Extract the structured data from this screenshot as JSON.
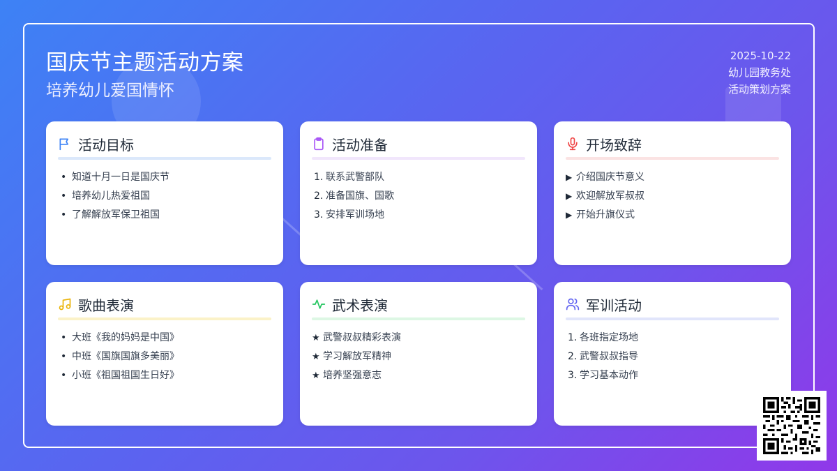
{
  "header": {
    "title": "国庆节主题活动方案",
    "subtitle": "培养幼儿爱国情怀",
    "date": "2025-10-22",
    "department": "幼儿园教务处",
    "doc_type": "活动策划方案"
  },
  "colors": {
    "bg_start": "#3d82f5",
    "bg_end": "#9038e9",
    "blue": "#3b82f6",
    "purple": "#a855f7",
    "red": "#ef4444",
    "yellow": "#eab308",
    "green": "#22c55e",
    "indigo": "#6366f1"
  },
  "cards": [
    {
      "title": "活动目标",
      "icon": "flag-icon",
      "marker": "bullet",
      "items": [
        "知道十月一日是国庆节",
        "培养幼儿热爱祖国",
        "了解解放军保卫祖国"
      ]
    },
    {
      "title": "活动准备",
      "icon": "clipboard-icon",
      "marker": "number",
      "markers": [
        "1.",
        "2.",
        "3."
      ],
      "items": [
        "联系武警部队",
        "准备国旗、国歌",
        "安排军训场地"
      ]
    },
    {
      "title": "开场致辞",
      "icon": "microphone-icon",
      "marker": "triangle",
      "markers": [
        "▶",
        "▶",
        "▶"
      ],
      "items": [
        "介绍国庆节意义",
        "欢迎解放军叔叔",
        "开始升旗仪式"
      ]
    },
    {
      "title": "歌曲表演",
      "icon": "music-note-icon",
      "marker": "bullet",
      "items": [
        "大班《我的妈妈是中国》",
        "中班《国旗国旗多美丽》",
        "小班《祖国祖国生日好》"
      ]
    },
    {
      "title": "武术表演",
      "icon": "activity-pulse-icon",
      "marker": "star",
      "markers": [
        "★",
        "★",
        "★"
      ],
      "items": [
        "武警叔叔精彩表演",
        "学习解放军精神",
        "培养坚强意志"
      ]
    },
    {
      "title": "军训活动",
      "icon": "users-icon",
      "marker": "number",
      "markers": [
        "1.",
        "2.",
        "3."
      ],
      "items": [
        "各班指定场地",
        "武警叔叔指导",
        "学习基本动作"
      ]
    }
  ],
  "qr": {
    "icon": "qr-code-icon"
  }
}
